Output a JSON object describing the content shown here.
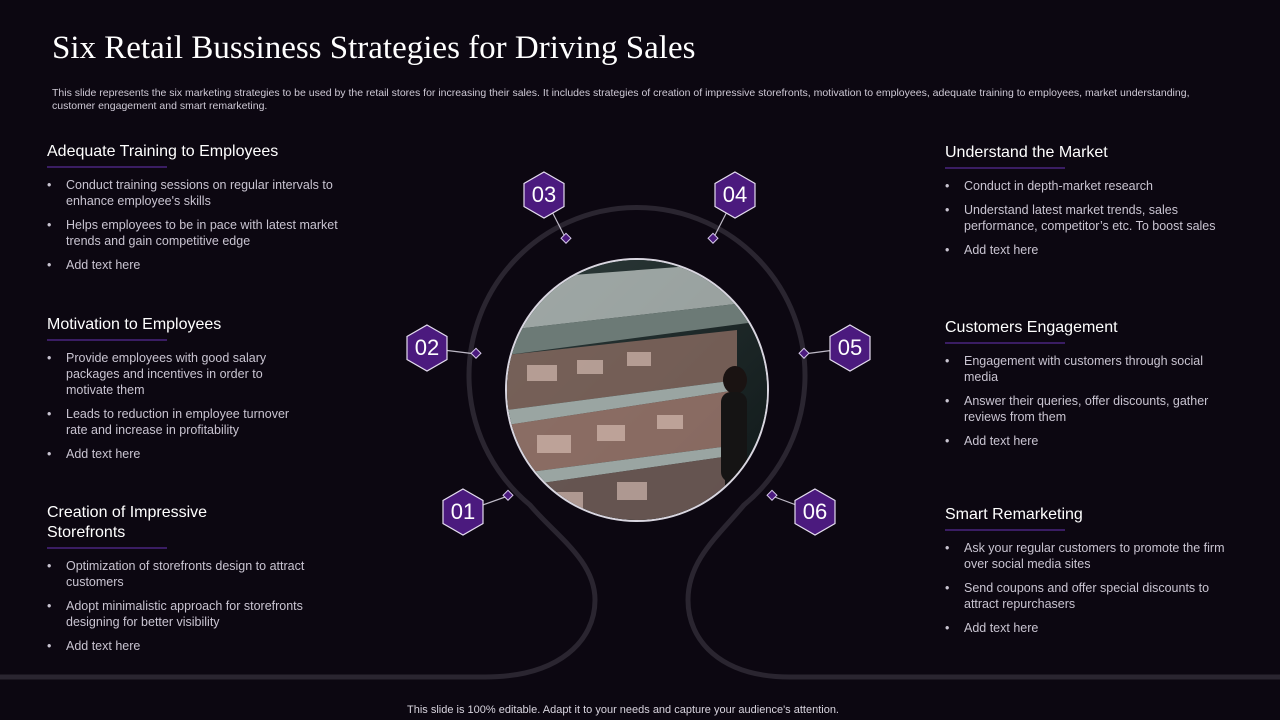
{
  "title": "Six Retail Bussiness Strategies for Driving Sales",
  "subtitle": "This slide represents the six marketing strategies to be used by the retail stores for increasing their sales. It includes strategies of creation of impressive storefronts, motivation to employees, adequate training to employees, market understanding, customer engagement and smart remarketing.",
  "sections": {
    "training": {
      "heading": "Adequate Training to Employees",
      "bullets": [
        "Conduct training sessions on regular intervals to enhance employee's skills",
        "Helps employees to be in pace with latest market trends and gain competitive edge",
        "Add text here"
      ]
    },
    "motivation": {
      "heading": "Motivation to Employees",
      "bullets": [
        "Provide employees with good salary packages and incentives in order to motivate them",
        "Leads to reduction in employee turnover rate and increase in profitability",
        "Add text here"
      ]
    },
    "storefronts": {
      "heading": "Creation of Impressive Storefronts",
      "bullets": [
        "Optimization of storefronts design to attract customers",
        "Adopt minimalistic approach for storefronts designing for better visibility",
        "Add text here"
      ]
    },
    "market": {
      "heading": "Understand the Market",
      "bullets": [
        "Conduct in depth-market research",
        "Understand latest market trends, sales performance,  competitor’s etc. To boost sales",
        "Add text here"
      ]
    },
    "engagement": {
      "heading": "Customers Engagement",
      "bullets": [
        "Engagement with customers through social media",
        "Answer their queries, offer discounts, gather reviews  from them",
        "Add text here"
      ]
    },
    "remarketing": {
      "heading": "Smart Remarketing",
      "bullets": [
        "Ask your regular customers to promote the firm over social media sites",
        "Send coupons and offer special discounts to attract repurchasers",
        "Add text here"
      ]
    }
  },
  "steps": [
    "01",
    "02",
    "03",
    "04",
    "05",
    "06"
  ],
  "colors": {
    "accent": "#4b1a7e",
    "background": "#0c0711",
    "ring": "#2a2530"
  },
  "footer": "This slide is 100% editable. Adapt it to your needs and capture your audience's attention."
}
